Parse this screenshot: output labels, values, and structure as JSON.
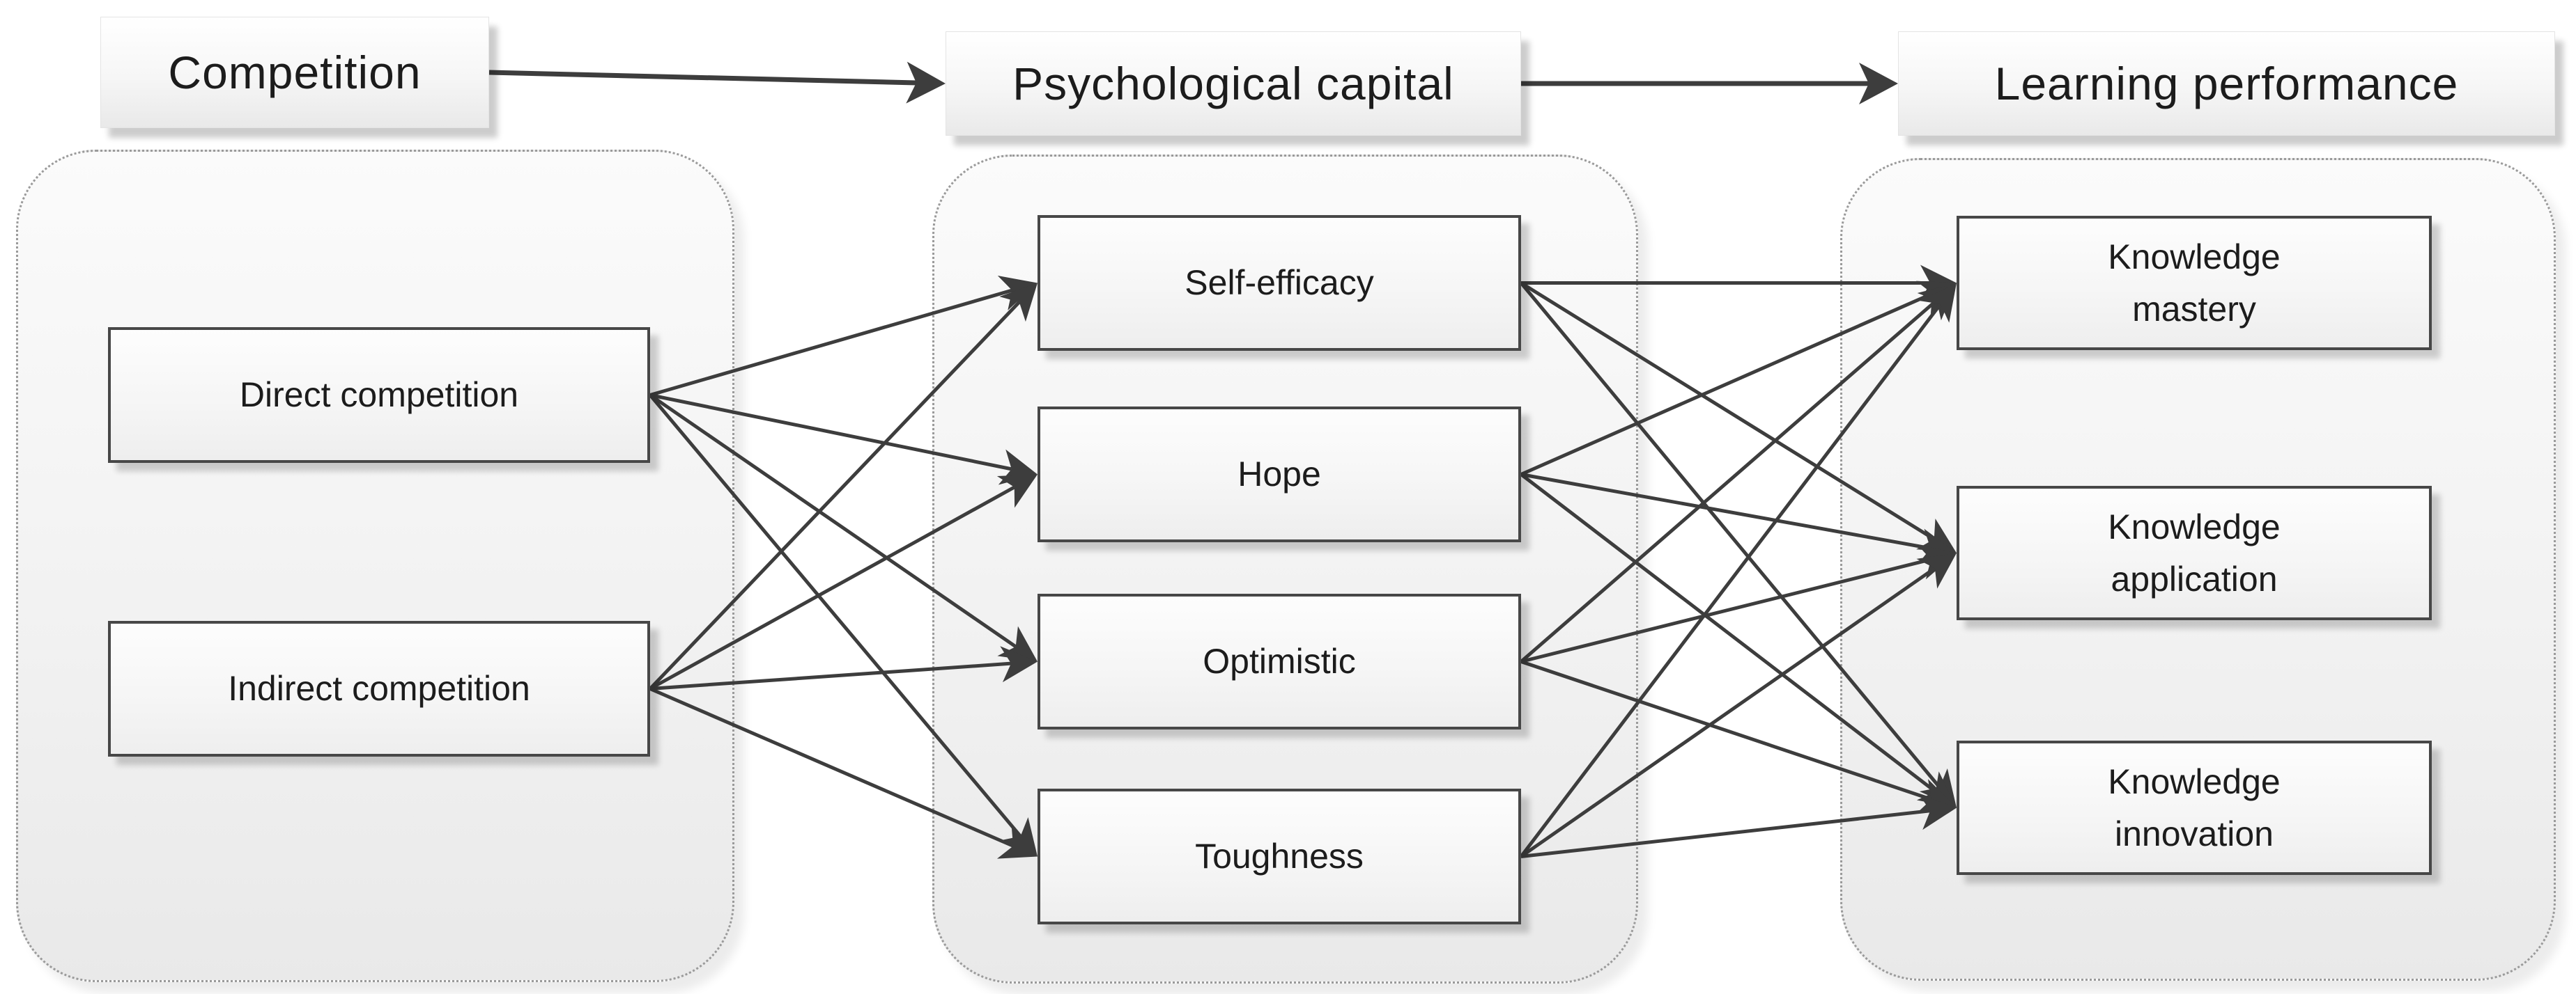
{
  "diagram": {
    "columns": [
      {
        "key": "competition",
        "header": "Competition",
        "items": [
          {
            "key": "direct",
            "label": "Direct competition"
          },
          {
            "key": "indirect",
            "label": "Indirect competition"
          }
        ]
      },
      {
        "key": "psych",
        "header": "Psychological capital",
        "items": [
          {
            "key": "self-efficacy",
            "label": "Self-efficacy"
          },
          {
            "key": "hope",
            "label": "Hope"
          },
          {
            "key": "optimistic",
            "label": "Optimistic"
          },
          {
            "key": "toughness",
            "label": "Toughness"
          }
        ]
      },
      {
        "key": "learning",
        "header": "Learning performance",
        "items": [
          {
            "key": "knowledge-mastery",
            "label": "Knowledge\nmastery"
          },
          {
            "key": "knowledge-application",
            "label": "Knowledge\napplication"
          },
          {
            "key": "knowledge-innovation",
            "label": "Knowledge\ninnovation"
          }
        ]
      }
    ],
    "header_flow": [
      [
        "competition-header",
        "psych-header"
      ],
      [
        "psych-header",
        "learning-header"
      ]
    ],
    "links": [
      [
        "direct",
        "self-efficacy"
      ],
      [
        "direct",
        "hope"
      ],
      [
        "direct",
        "optimistic"
      ],
      [
        "direct",
        "toughness"
      ],
      [
        "indirect",
        "self-efficacy"
      ],
      [
        "indirect",
        "hope"
      ],
      [
        "indirect",
        "optimistic"
      ],
      [
        "indirect",
        "toughness"
      ],
      [
        "self-efficacy",
        "knowledge-mastery"
      ],
      [
        "self-efficacy",
        "knowledge-application"
      ],
      [
        "self-efficacy",
        "knowledge-innovation"
      ],
      [
        "hope",
        "knowledge-mastery"
      ],
      [
        "hope",
        "knowledge-application"
      ],
      [
        "hope",
        "knowledge-innovation"
      ],
      [
        "optimistic",
        "knowledge-mastery"
      ],
      [
        "optimistic",
        "knowledge-application"
      ],
      [
        "optimistic",
        "knowledge-innovation"
      ],
      [
        "toughness",
        "knowledge-mastery"
      ],
      [
        "toughness",
        "knowledge-application"
      ],
      [
        "toughness",
        "knowledge-innovation"
      ]
    ],
    "colors": {
      "arrow": "#3d3d3d",
      "box_border": "#474747",
      "container_border": "#9a9a9a",
      "text": "#1c1c1c"
    }
  }
}
